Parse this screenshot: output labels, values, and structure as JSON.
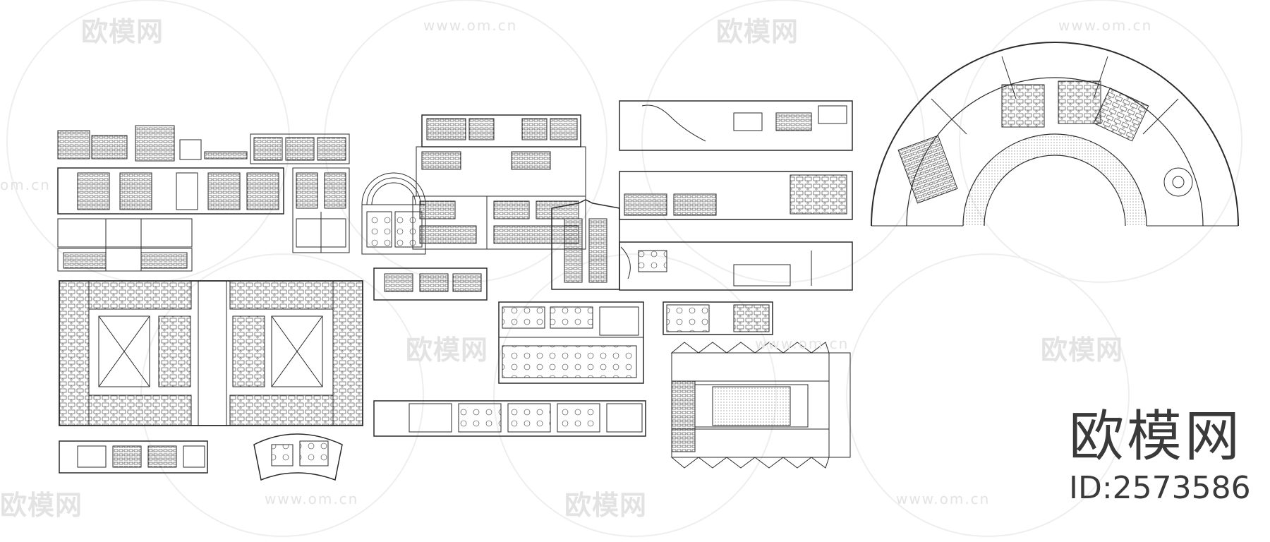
{
  "watermark": {
    "logo_text": "欧模网",
    "url_text": "www.om.cn",
    "partial_left": "om.cn",
    "partial_bottom_left": "欧模网"
  },
  "brand": {
    "name": "欧模网",
    "id_label": "ID:2573586"
  },
  "colors": {
    "line": "#2b2b2b",
    "watermark": "#e3e3e3",
    "background": "#ffffff"
  }
}
